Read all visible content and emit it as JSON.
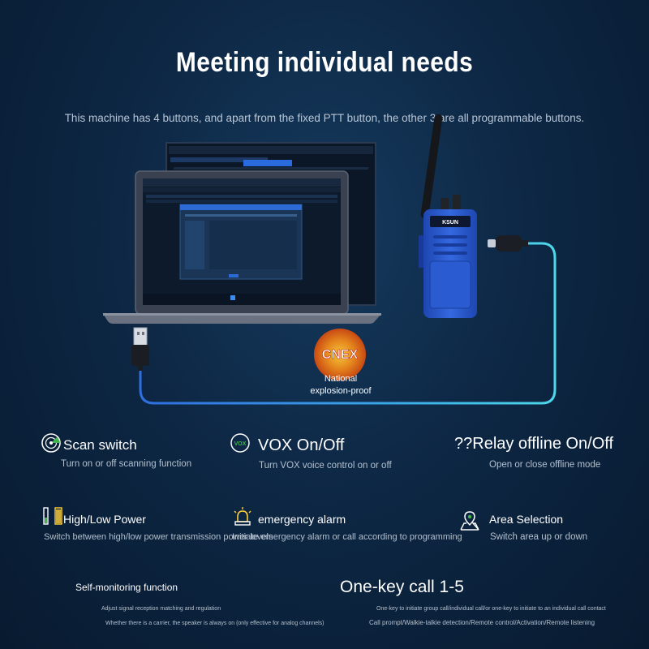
{
  "title": "Meeting individual needs",
  "subtitle": "This machine has 4 buttons, and apart from the fixed PTT button, the other 3 are all programmable buttons.",
  "badge": {
    "logo_text": "CNEX",
    "line1": "National",
    "line2": "explosion-proof"
  },
  "radio_brand": "KSUN",
  "features": {
    "scan": {
      "title": "Scan switch",
      "desc": "Turn on or off scanning function",
      "icon": "radar-icon"
    },
    "vox": {
      "title": "VOX On/Off",
      "desc": "Turn VOX voice control on or off",
      "icon": "vox-icon",
      "icon_text": "VOX"
    },
    "relay": {
      "title": "??Relay offline On/Off",
      "desc": "Open or close offline mode"
    },
    "power": {
      "title": "High/Low Power",
      "desc": "Switch between high/low power transmission power levels",
      "icon": "battery-icon"
    },
    "alarm": {
      "title": "emergency alarm",
      "desc": "Initiate emergency alarm or call according to programming",
      "icon": "alarm-icon"
    },
    "area": {
      "title": "Area Selection",
      "desc": "Switch area up or down",
      "icon": "location-icon"
    },
    "selfmon": {
      "title": "Self-monitoring function",
      "desc1": "Adjust signal reception matching and regulation",
      "desc2": "Whether there is a carrier, the speaker is always on (only effective for analog channels)"
    },
    "onekey": {
      "title": "One-key call 1-5",
      "desc1": "One-key to initiate group call/individual call/or one-key to initiate to an individual call contact",
      "desc2": "Call prompt/Walkie-talkie detection/Remote control/Activation/Remote listening"
    }
  },
  "colors": {
    "cable_glow": "#4fd6e8",
    "cable_blue": "#2f7ae0",
    "radio_blue": "#2a5fd6"
  }
}
